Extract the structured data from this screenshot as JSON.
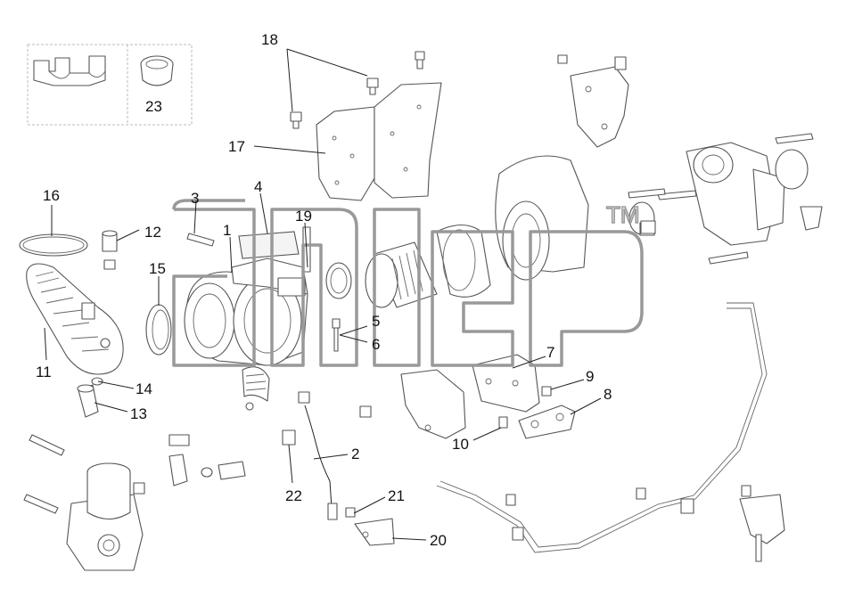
{
  "diagram": {
    "callouts": [
      "1",
      "2",
      "3",
      "4",
      "5",
      "6",
      "7",
      "8",
      "9",
      "10",
      "11",
      "12",
      "13",
      "14",
      "15",
      "16",
      "17",
      "18",
      "19",
      "20",
      "21",
      "22",
      "23"
    ],
    "watermark_trademark": "TM",
    "colors": {
      "line": "#555555",
      "label": "#111111",
      "watermark": "#999999",
      "background": "#ffffff"
    }
  }
}
